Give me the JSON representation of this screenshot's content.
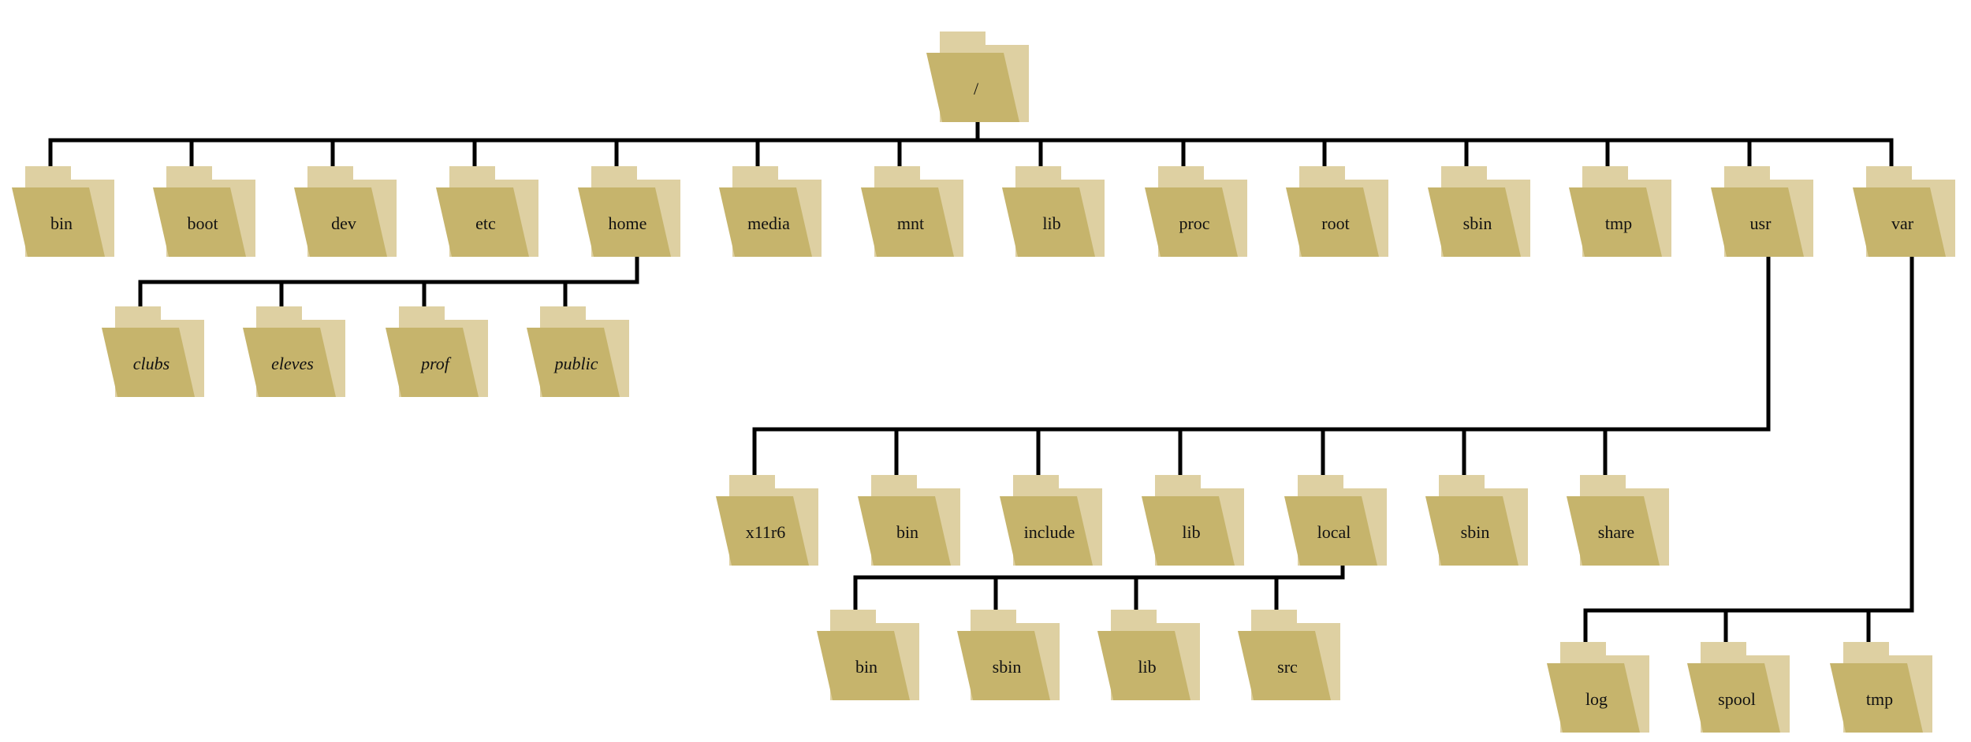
{
  "colors": {
    "folder_front": "#c6b46c",
    "folder_back": "#ded0a2",
    "line": "#000000",
    "label": "#111111"
  },
  "folder_icon": "folder-icon",
  "tree": {
    "root": "/",
    "top_level": [
      "bin",
      "boot",
      "dev",
      "etc",
      "home",
      "media",
      "mnt",
      "lib",
      "proc",
      "root",
      "sbin",
      "tmp",
      "usr",
      "var"
    ],
    "home_children": [
      "clubs",
      "eleves",
      "prof",
      "public"
    ],
    "usr_children": [
      "x11r6",
      "bin",
      "include",
      "lib",
      "local",
      "sbin",
      "share"
    ],
    "local_children": [
      "bin",
      "sbin",
      "lib",
      "src"
    ],
    "var_children": [
      "log",
      "spool",
      "tmp"
    ]
  }
}
